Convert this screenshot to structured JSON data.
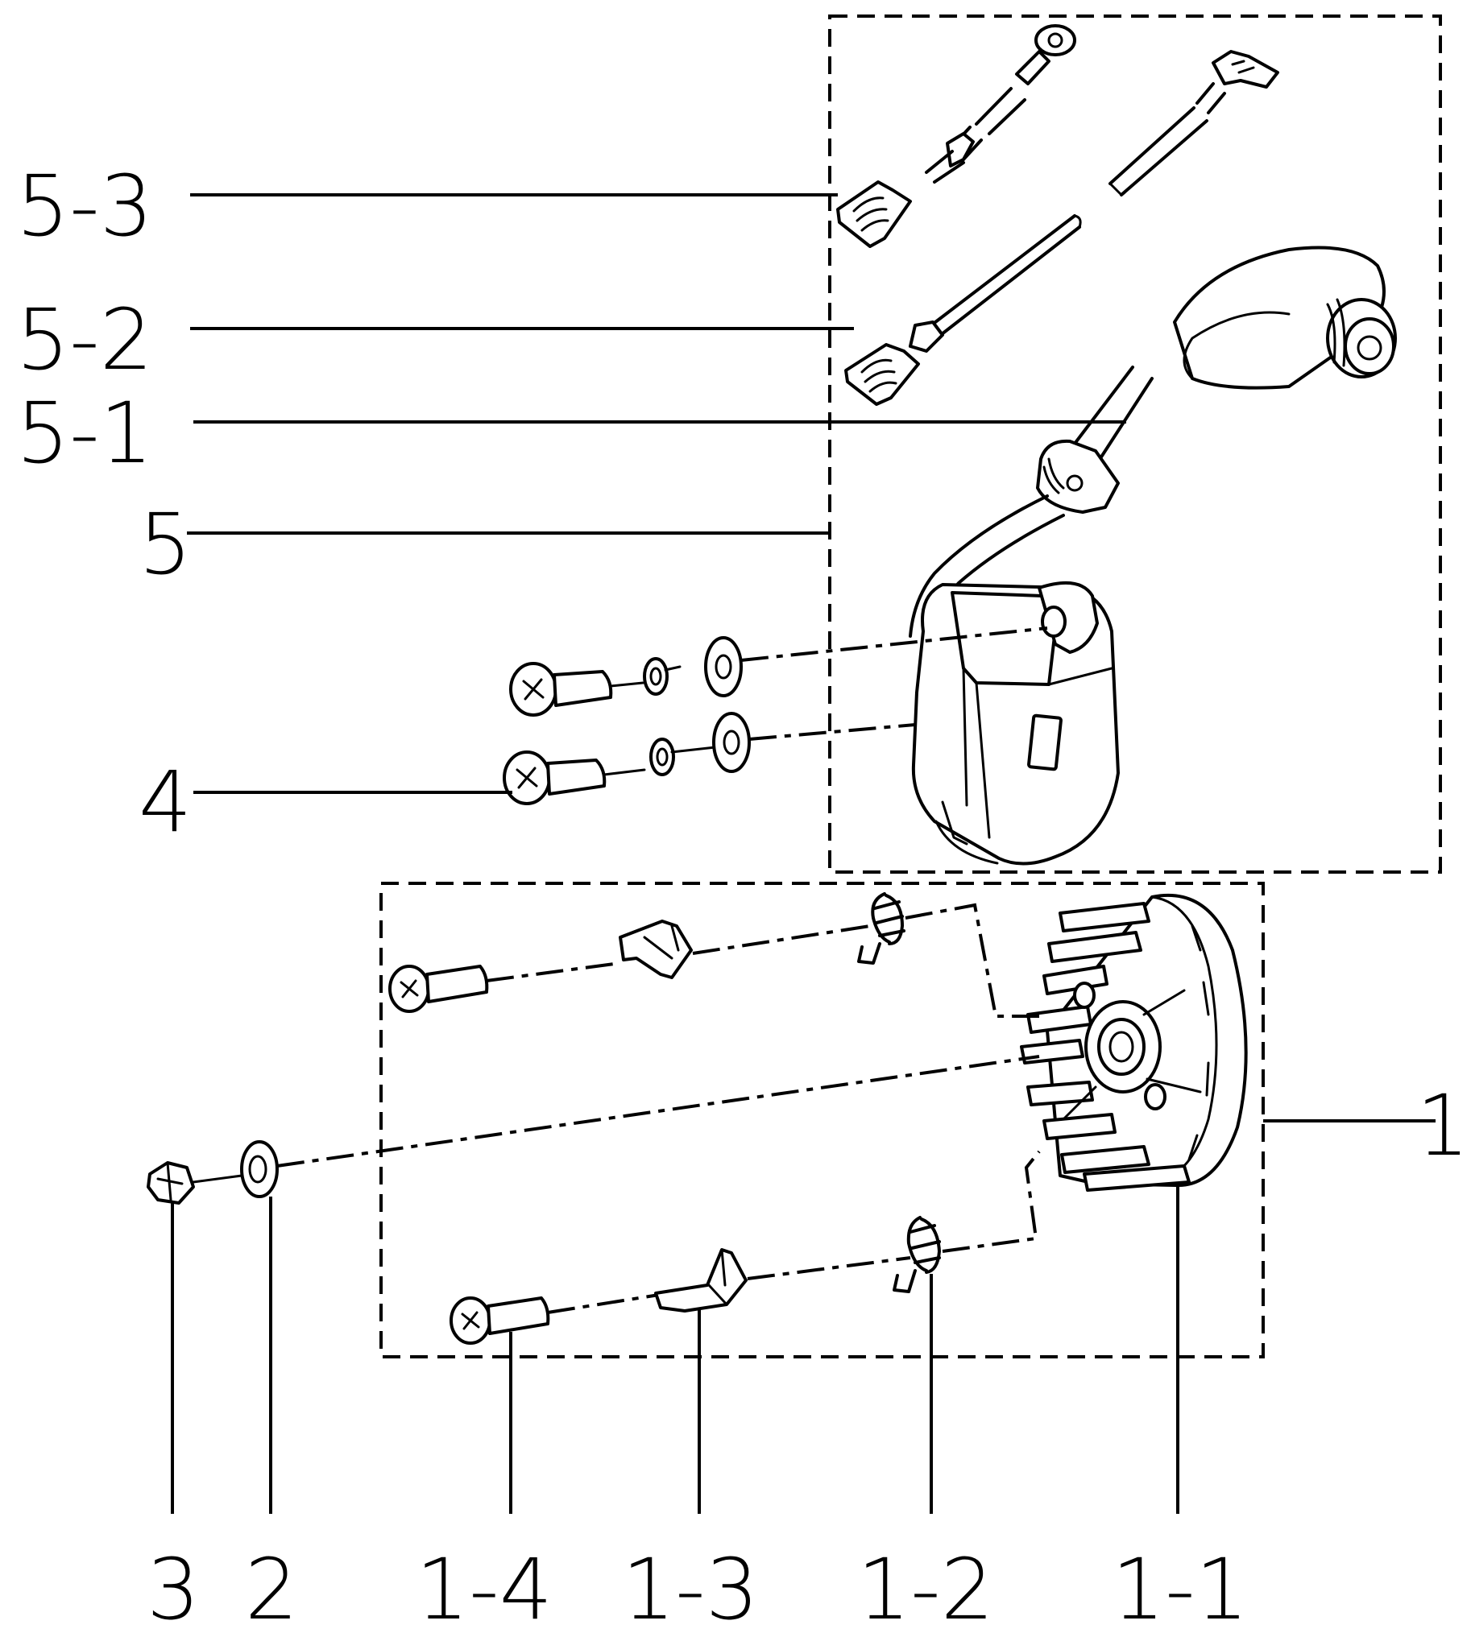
{
  "labels": {
    "l_5_3": "5-3",
    "l_5_2": "5-2",
    "l_5_1": "5-1",
    "l_5": "5",
    "l_4": "4",
    "l_1": "1",
    "l_3": "3",
    "l_2": "2",
    "l_1_4": "1-4",
    "l_1_3": "1-3",
    "l_1_2": "1-2",
    "l_1_1": "1-1"
  },
  "colors": {
    "line": "#000000",
    "background": "#ffffff"
  }
}
